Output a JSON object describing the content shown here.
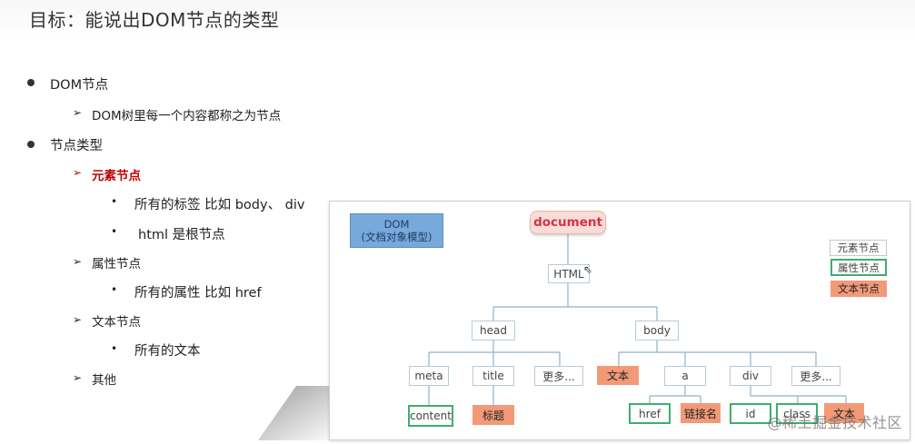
{
  "title": "目标：能说出DOM节点的类型",
  "outline": {
    "item1": "DOM节点",
    "item1_sub": "DOM树里每一个内容都称之为节点",
    "item2": "节点类型",
    "element": "元素节点",
    "element_sub1": "所有的标签 比如 body、 div",
    "element_sub2": "html 是根节点",
    "attribute": "属性节点",
    "attribute_sub1": "所有的属性 比如 href",
    "text": "文本节点",
    "text_sub1": "所有的文本",
    "other": "其他"
  },
  "diagram": {
    "dom_label_line1": "DOM",
    "dom_label_line2": "(文档对象模型)",
    "document": "document",
    "html": "HTML",
    "head": "head",
    "body": "body",
    "meta": "meta",
    "title": "title",
    "more1": "更多...",
    "text1": "文本",
    "a": "a",
    "div": "div",
    "more2": "更多...",
    "content": "content",
    "biaoti": "标题",
    "href": "href",
    "link_name": "链接名",
    "id": "id",
    "class": "class",
    "text2": "文本",
    "legend": {
      "element": "元素节点",
      "attribute": "属性节点",
      "text": "文本节点"
    },
    "colors": {
      "line": "#8fb1c7",
      "attribute_border": "#3dae6f",
      "text_fill": "#f29a78",
      "dom_fill": "#77a9dc",
      "document_fill": "#f7ddd6",
      "document_text": "#d8304b"
    }
  },
  "watermark": "@稀土掘金技术社区"
}
